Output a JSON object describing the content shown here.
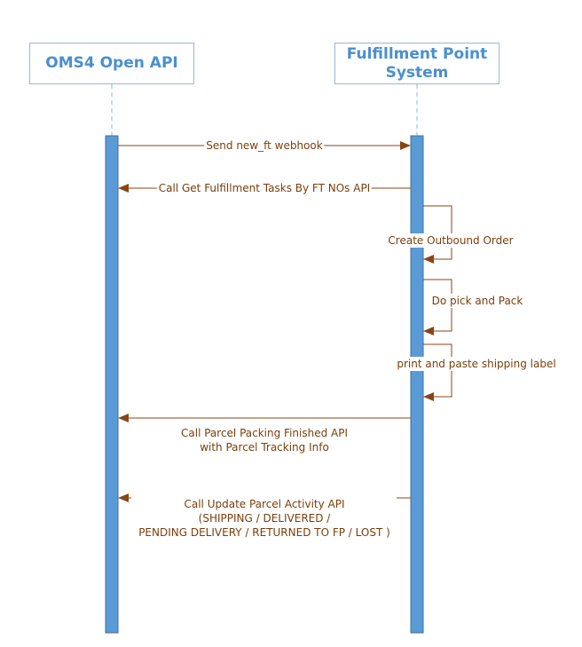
{
  "participants": [
    {
      "id": "oms",
      "lines": [
        "OMS4 Open API"
      ]
    },
    {
      "id": "fps",
      "lines": [
        "Fulfillment Point",
        "System"
      ]
    }
  ],
  "messages": [
    {
      "id": "send_webhook",
      "from": "oms",
      "to": "fps",
      "text": [
        "Send new_ft webhook"
      ],
      "style": "solid"
    },
    {
      "id": "get_tasks",
      "from": "fps",
      "to": "oms",
      "text": [
        "Call Get Fulfillment Tasks By FT NOs API"
      ],
      "style": "solid"
    },
    {
      "id": "create_order",
      "from": "fps",
      "to": "fps",
      "text": [
        "Create Outbound Order"
      ],
      "style": "self"
    },
    {
      "id": "pick_pack",
      "from": "fps",
      "to": "fps",
      "text": [
        "Do pick and Pack"
      ],
      "style": "self"
    },
    {
      "id": "print_label",
      "from": "fps",
      "to": "fps",
      "text": [
        "print and paste shipping label"
      ],
      "style": "self"
    },
    {
      "id": "packing_finished",
      "from": "fps",
      "to": "oms",
      "text": [
        "Call Parcel Packing Finished API",
        "with Parcel Tracking Info"
      ],
      "style": "solid"
    },
    {
      "id": "update_activity",
      "from": "fps",
      "to": "oms",
      "text": [
        "Call Update Parcel Activity API",
        "(SHIPPING / DELIVERED /",
        "PENDING DELIVERY / RETURNED TO FP / LOST )"
      ],
      "style": "broken"
    }
  ],
  "colors": {
    "participant_text": "#4a8fd0",
    "participant_border": "#9bb7d6",
    "lifeline": "#8fb3dc",
    "activation": "#5b9bd5",
    "activation_border": "#3f6f9f",
    "arrow": "#8b4513",
    "message_text": "#7a3e0a"
  }
}
